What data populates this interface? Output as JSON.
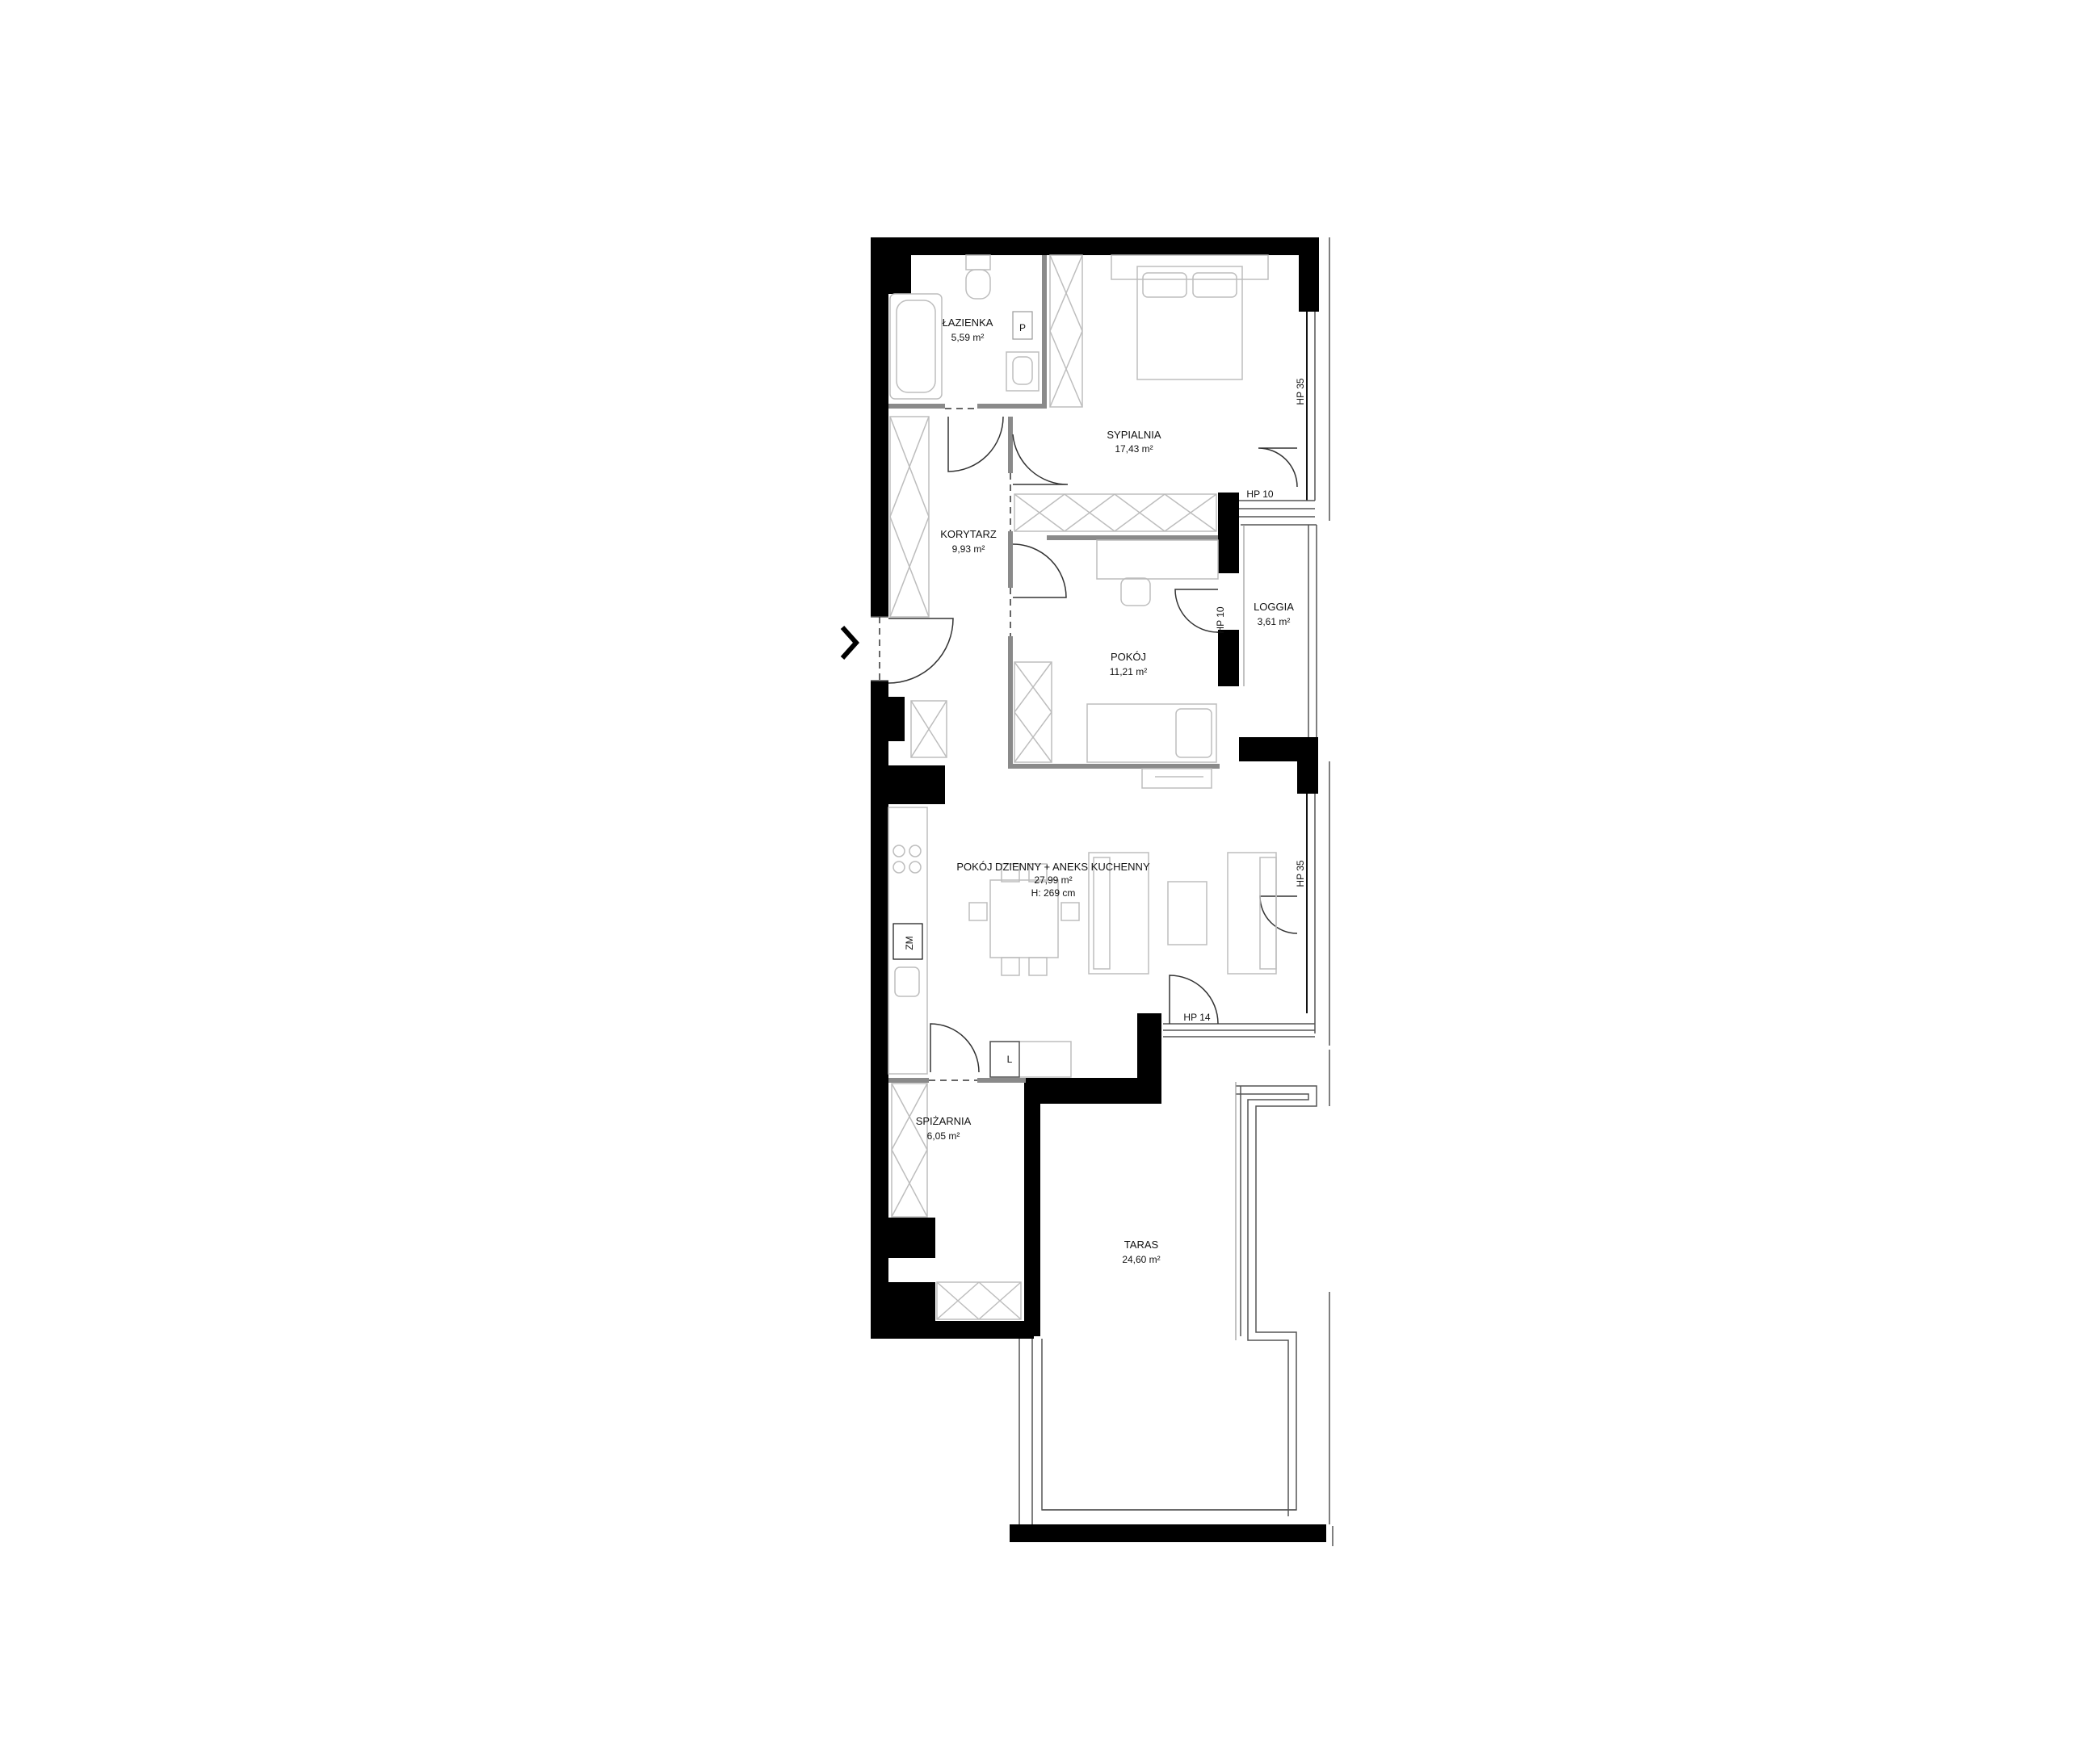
{
  "rooms": {
    "lazienka": {
      "name": "ŁAZIENKA",
      "area": "5,59 m²"
    },
    "sypialnia": {
      "name": "SYPIALNIA",
      "area": "17,43 m²"
    },
    "korytarz": {
      "name": "KORYTARZ",
      "area": "9,93 m²"
    },
    "pokoj": {
      "name": "POKÓJ",
      "area": "11,21 m²"
    },
    "loggia": {
      "name": "LOGGIA",
      "area": "3,61 m²"
    },
    "dzienny": {
      "name": "POKÓJ DZIENNY + ANEKS KUCHENNY",
      "area": "27,99 m²",
      "height": "H: 269 cm"
    },
    "spizarnia": {
      "name": "SPIŻARNIA",
      "area": "6,05 m²"
    },
    "taras": {
      "name": "TARAS",
      "area": "24,60 m²"
    }
  },
  "markers": {
    "p": "P",
    "zm": "ZM",
    "l": "L",
    "hp35_top": "HP 35",
    "hp10_h": "HP 10",
    "hp10_v": "HP 10",
    "hp35_bottom": "HP 35",
    "hp14": "HP 14"
  },
  "colors": {
    "wall": "#000000",
    "partition": "#8a8a8a",
    "furniture": "#bdbdbd"
  }
}
